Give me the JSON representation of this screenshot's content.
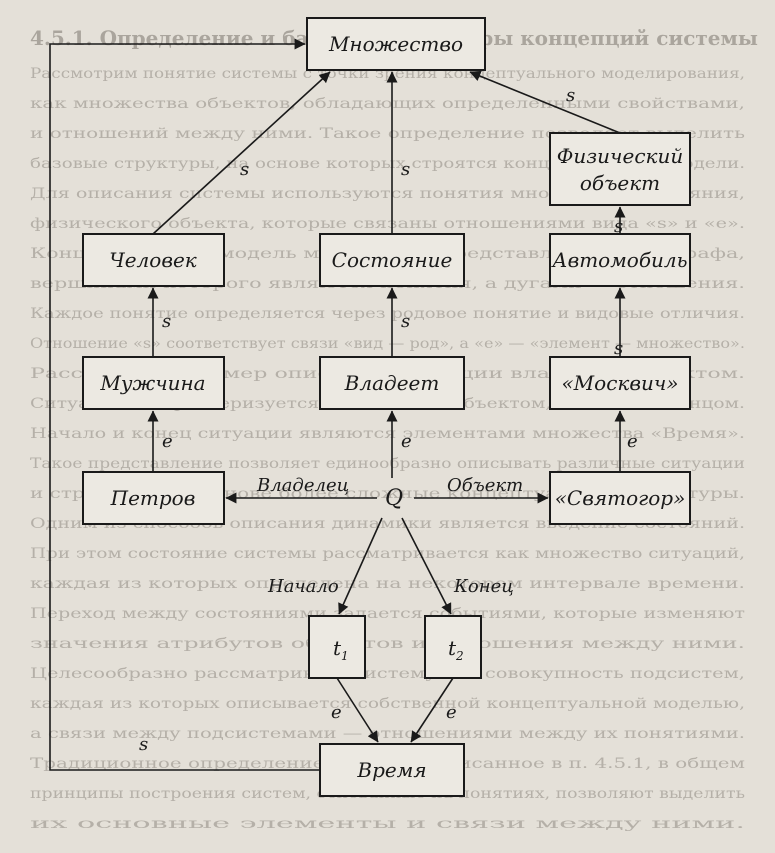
{
  "background": {
    "heading": "4.5.1. Определение и базовые структуры концепций системы",
    "lines": [
      "Рассмотрим понятие системы с точки зрения концептуального моделирования,",
      "как множества объектов, обладающих определенными свойствами,",
      "и отношений между ними. Такое определение позволяет выделить",
      "базовые структуры, на основе которых строятся концептуальные модели.",
      "Для описания системы используются понятия множества, состояния,",
      "физического объекта, которые связаны отношениями вида «s» и «e».",
      "Концептуальная модель может быть представлена в виде графа,",
      "вершинами которого являются понятия, а дугами — отношения.",
      "Каждое понятие определяется через родовое понятие и видовые отличия.",
      "Отношение «s» соответствует связи «вид — род», а «e» — «элемент — множество».",
      "Рассмотрим пример описания ситуации владения объектом.",
      "Ситуация Q характеризуется владельцем, объектом, началом и концом.",
      "Начало и конец ситуации являются элементами множества «Время».",
      "Такое представление позволяет единообразно описывать различные ситуации",
      "и строить на их основе более сложные концептуальные структуры.",
      "Одним из способов описания динамики является введение состояний.",
      "При этом состояние системы рассматривается как множество ситуаций,",
      "каждая из которых определена на некотором интервале времени.",
      "Переход между состояниями задается событиями, которые изменяют",
      "значения атрибутов объектов и отношения между ними.",
      "Целесообразно рассматривать систему как совокупность подсистем,",
      "каждая из которых описывается собственной концептуальной моделью,",
      "а связи между подсистемами — отношениями между их понятиями.",
      "Традиционное определение системы, описанное в п. 4.5.1, в общем",
      "принципы построения систем, основанные на понятиях, позволяют выделить",
      "их основные элементы и связи между ними."
    ]
  },
  "nodes": {
    "mnozhestvo": "Множество",
    "fiz_line1": "Физический",
    "fiz_line2": "объект",
    "chelovek": "Человек",
    "sostoyanie": "Состояние",
    "avtomobil": "Автомобиль",
    "muzhchina": "Мужчина",
    "vladeet": "Владеет",
    "moskvich": "«Москвич»",
    "petrov": "Петров",
    "q": "Q",
    "svyatogor": "«Святогор»",
    "t1_main": "t",
    "t1_sub": "1",
    "t2_main": "t",
    "t2_sub": "2",
    "vremya": "Время"
  },
  "edges": {
    "s": "s",
    "e": "e",
    "vladelets": "Владелец",
    "obekt": "Объект",
    "nachalo": "Начало",
    "konets": "Конец"
  }
}
